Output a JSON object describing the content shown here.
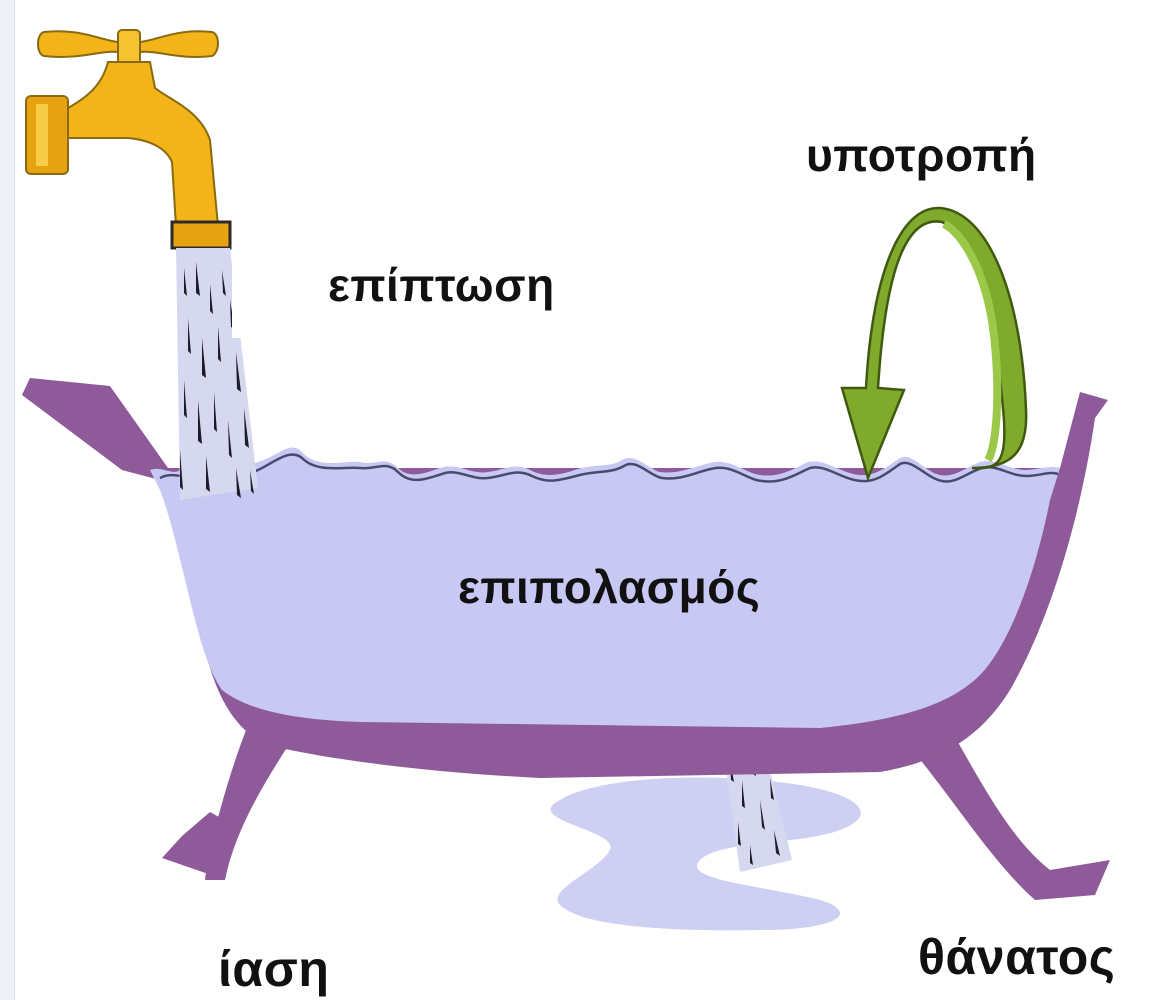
{
  "labels": {
    "relapse": "υποτροπή",
    "incidence": "επίπτωση",
    "prevalence": "επιπολασμός",
    "cure": "ίαση",
    "death": "θάνατος"
  },
  "colors": {
    "tub": "#8f5a99",
    "water": "#c8c8f4",
    "faucet": "#f2b418",
    "arrow": "#7faa2c",
    "drops": "#1c1c2a"
  },
  "icons": {
    "faucet": "faucet-icon",
    "arrow": "curved-arrow-icon",
    "bathtub": "bathtub-icon"
  }
}
